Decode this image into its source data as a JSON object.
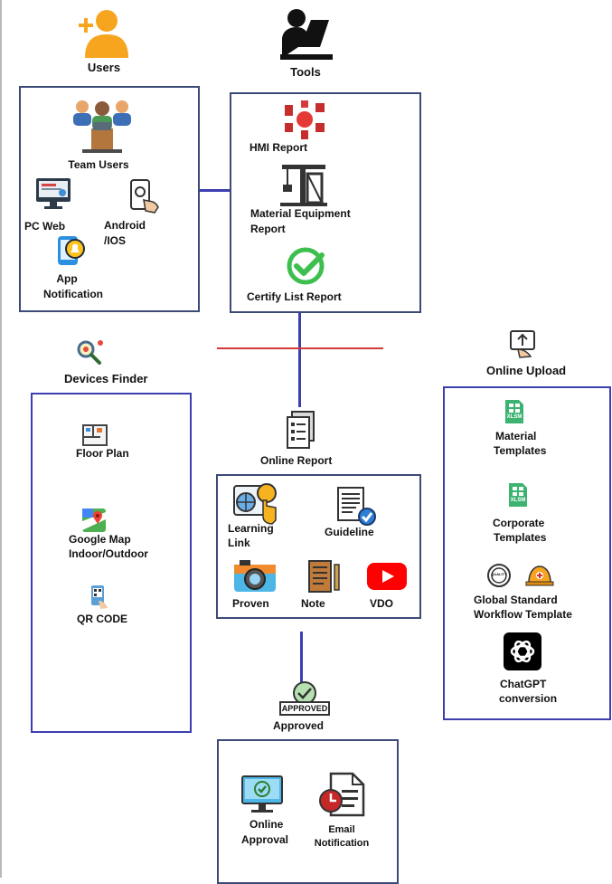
{
  "users": {
    "title": "Users",
    "team_users": "Team Users",
    "pc_web": "PC Web",
    "android_ios_1": "Android",
    "android_ios_2": "/IOS",
    "app_notification_1": "App",
    "app_notification_2": "Notification"
  },
  "tools": {
    "title": "Tools",
    "hmi_report": "HMI Report",
    "material_equipment_1": "Material Equipment",
    "material_equipment_2": "Report",
    "certify_list_report": "Certify List Report"
  },
  "devices_finder": {
    "title": "Devices Finder",
    "floor_plan": "Floor Plan",
    "google_map_1": "Google Map",
    "google_map_2": "Indoor/Outdoor",
    "qr_code": "QR CODE"
  },
  "online_report": {
    "title": "Online Report",
    "learning_link_1": "Learning",
    "learning_link_2": "Link",
    "guideline": "Guideline",
    "proven": "Proven",
    "note": "Note",
    "vdo": "VDO"
  },
  "online_upload": {
    "title": "Online Upload",
    "xlsm_label": "XLSM",
    "quality_label": "QUALITY",
    "material_templates_1": "Material",
    "material_templates_2": "Templates",
    "corporate_templates_1": "Corporate",
    "corporate_templates_2": "Templates",
    "global_standard_1": "Global Standard",
    "global_standard_2": "Workflow Template",
    "chatgpt_1": "ChatGPT",
    "chatgpt_2": "conversion"
  },
  "approved": {
    "badge": "APPROVED",
    "title": "Approved",
    "online_approval_1": "Online",
    "online_approval_2": "Approval",
    "email_notification_1": "Email",
    "email_notification_2": "Notification"
  },
  "colors": {
    "box_border": "#3c4a78",
    "box_border_blue": "#3b3fb0",
    "connector": "#3b3fb0",
    "divider": "#d23a3a",
    "check_green": "#3dbf4e",
    "user_orange": "#f7a51f"
  }
}
